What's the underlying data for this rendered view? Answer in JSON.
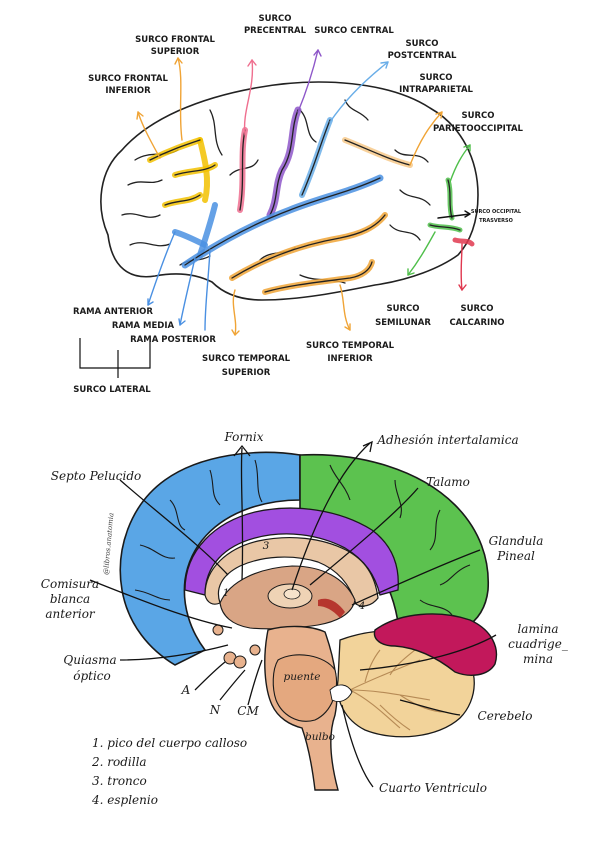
{
  "top": {
    "labels": {
      "frontal_sup": [
        "SURCO FRONTAL",
        "SUPERIOR"
      ],
      "frontal_inf": [
        "SURCO FRONTAL",
        "INFERIOR"
      ],
      "precentral": [
        "SURCO",
        "PRECENTRAL"
      ],
      "central": "SURCO CENTRAL",
      "postcentral": [
        "SURCO",
        "POSTCENTRAL"
      ],
      "intraparietal": [
        "SURCO",
        "INTRAPARIETAL"
      ],
      "parietooccipital": [
        "SURCO",
        "PARIETOOCCIPITAL"
      ],
      "occipital_trans": [
        "SURCO OCCIPITAL",
        "TRASVERSO"
      ],
      "semilunar": [
        "SURCO",
        "SEMILUNAR"
      ],
      "calcarino": [
        "SURCO",
        "CALCARINO"
      ],
      "temporal_inf": [
        "SURCO TEMPORAL",
        "INFERIOR"
      ],
      "temporal_sup": [
        "SURCO TEMPORAL",
        "SUPERIOR"
      ],
      "rama_anterior": "RAMA ANTERIOR",
      "rama_media": "RAMA MEDIA",
      "rama_posterior": "RAMA POSTERIOR",
      "surco_lateral": "SURCO LATERAL"
    }
  },
  "bottom": {
    "labels": {
      "fornix": "Fornix",
      "adhesion": "Adhesión intertalamica",
      "septo": "Septo Pelucido",
      "talamo": "Talamo",
      "glandula": [
        "Glandula",
        "Pineal"
      ],
      "comisura": [
        "Comisura",
        "blanca",
        "anterior"
      ],
      "lamina": [
        "lamina",
        "cuadrige_",
        "mina"
      ],
      "quiasma": [
        "Quiasma",
        "óptico"
      ],
      "cerebelo": "Cerebelo",
      "cuarto": "Cuarto Ventriculo",
      "puente": "puente",
      "bulbo": "bulbo",
      "a": "A",
      "n": "N",
      "cm": "CM",
      "n1": "1",
      "n3": "3",
      "n4": "4",
      "watermark": "@libros.anatomia"
    },
    "legend": [
      "1. pico del cuerpo calloso",
      "2. rodilla",
      "3. tronco",
      "4. esplenio"
    ]
  },
  "colors": {
    "yellow": "#f2c100",
    "pink": "#ef6f8f",
    "purple": "#8e57c9",
    "blue": "#4a90e2",
    "lightblue": "#6aaee8",
    "orange": "#f0a436",
    "green": "#4fbf4a",
    "red": "#e0384f",
    "frontal_lobe": "#5aa6e6",
    "parietal_band": "#a24fe0",
    "occipital_lobe": "#5cc24f",
    "cerebellum_red": "#c2185b",
    "brainstem": "#e8b28e"
  }
}
